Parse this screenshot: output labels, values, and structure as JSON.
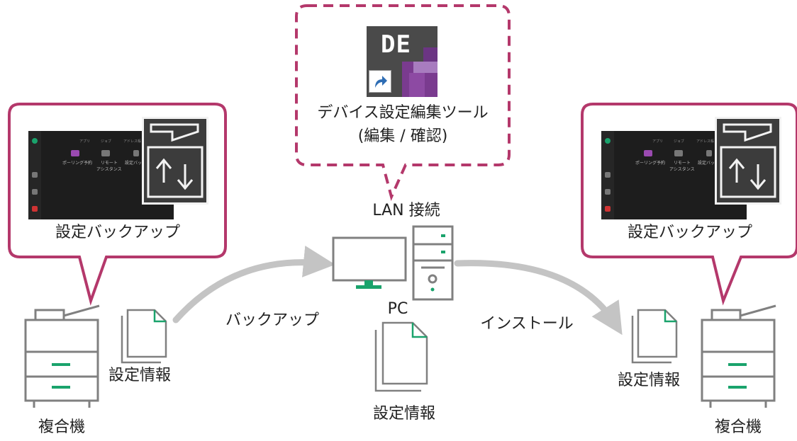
{
  "labels": {
    "backup_callout_left": "設定バックアップ",
    "backup_callout_right": "設定バックアップ",
    "tool_name_line1": "デバイス設定編集ツール",
    "tool_name_line2": "(編集 / 確認)",
    "lan": "LAN 接続",
    "pc": "PC",
    "arrow_backup": "バックアップ",
    "arrow_install": "インストール",
    "settings_info_left": "設定情報",
    "settings_info_center": "設定情報",
    "settings_info_right": "設定情報",
    "mfp_left": "複合機",
    "mfp_right": "複合機",
    "app_icon_text": "DE"
  },
  "device_screen": {
    "tabs": [
      "アプリ",
      "ジョブ",
      "アドレス帳"
    ],
    "apps": [
      "ポーリング予約",
      "リモート\nアシスタンス",
      "設定バックア"
    ]
  },
  "colors": {
    "callout_border": "#b4386b",
    "accent_green": "#1aa36c",
    "arrow_gray": "#c4c4c4",
    "line_gray": "#808080",
    "app_purple": "#7a3b8f"
  }
}
